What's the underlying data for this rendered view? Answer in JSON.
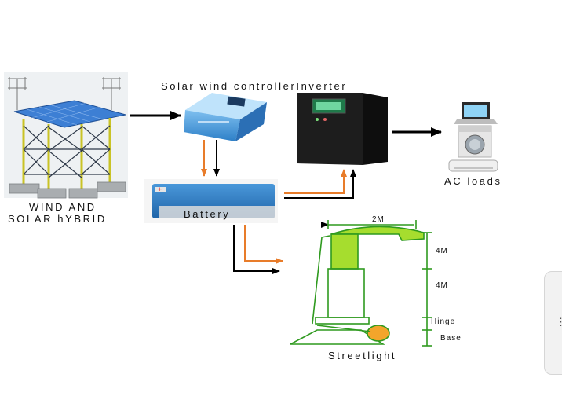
{
  "labels": {
    "controller_inverter": "Solar wind controllerInverter",
    "source_line1": "WIND AND",
    "source_line2": "SOLAR hYBRID",
    "battery": "Battery",
    "ac_loads": "AC loads",
    "street_light": "Streetlight",
    "dim_width": "2M",
    "dim_upper": "4M",
    "dim_lower": "4M",
    "hinge": "Hinge",
    "base": "Base"
  },
  "battery_terminal": "+",
  "icons": [
    "wind-solar-tower-icon",
    "controller-icon",
    "inverter-icon",
    "battery-icon",
    "laptop-icon",
    "washing-machine-icon",
    "air-conditioner-icon",
    "street-light-icon",
    "grip-icon"
  ],
  "colors": {
    "arrow_black": "#000000",
    "arrow_orange": "#e87c2a",
    "street_light": "#2f9a1f",
    "lamp_head": "#a6dd2e",
    "base_fill": "#f3a52b",
    "controller_blue": "#3a8fd6",
    "battery_blue": "#2f80c8"
  }
}
